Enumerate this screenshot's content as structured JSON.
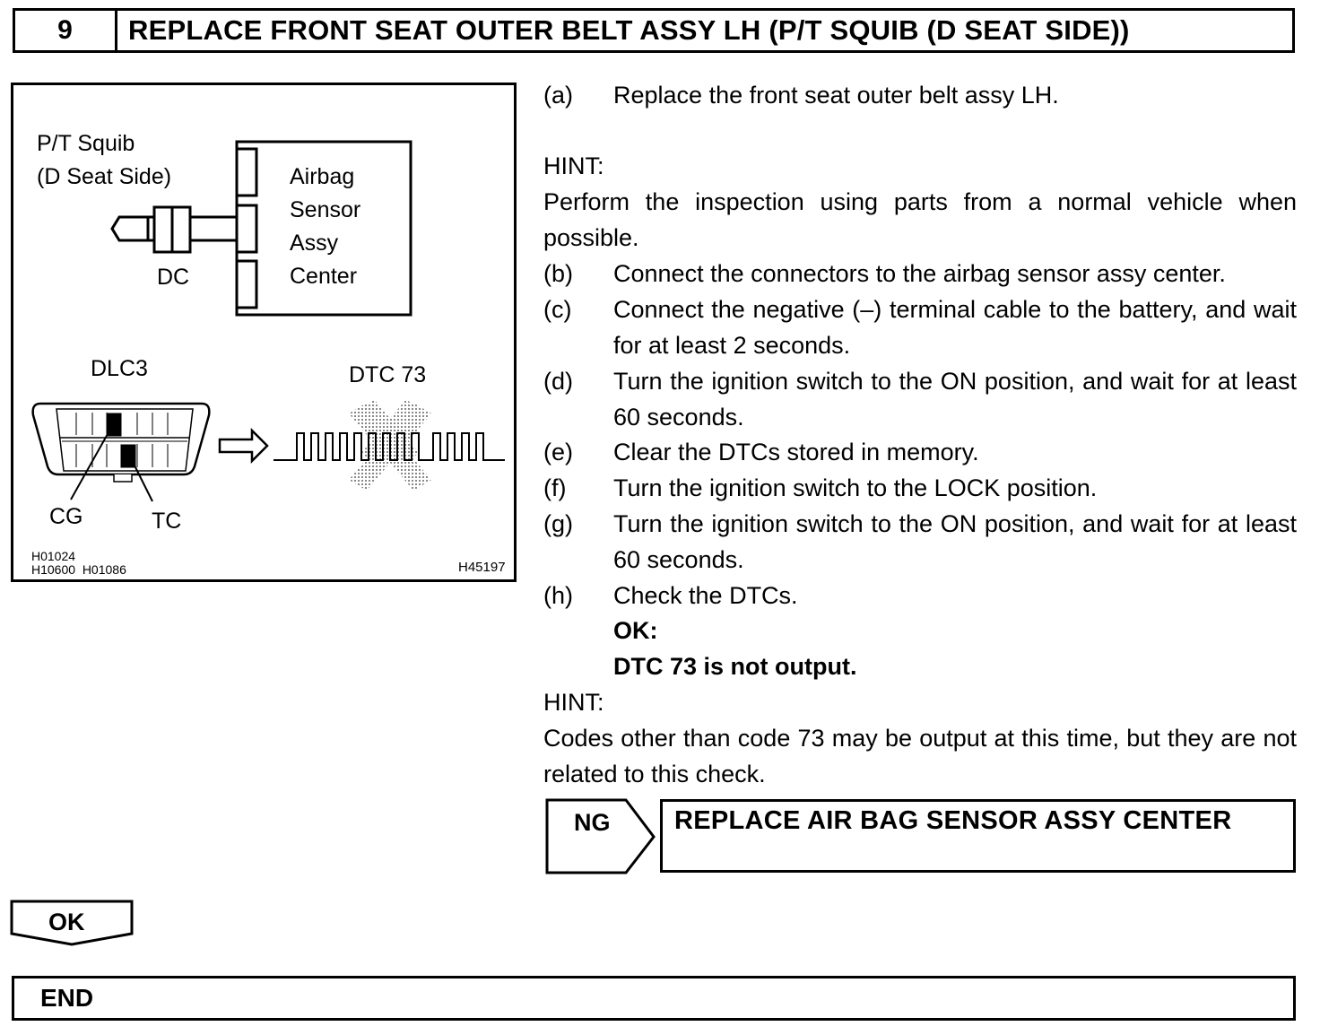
{
  "header": {
    "step_number": "9",
    "title": "REPLACE FRONT SEAT OUTER BELT ASSY LH (P/T SQUIB (D SEAT SIDE))"
  },
  "figure": {
    "label_squib_line1": "P/T Squib",
    "label_squib_line2": "(D Seat Side)",
    "label_dc": "DC",
    "module_line1": "Airbag",
    "module_line2": "Sensor",
    "module_line3": "Assy",
    "module_line4": "Center",
    "label_dlc3": "DLC3",
    "label_dtc": "DTC 73",
    "label_cg": "CG",
    "label_tc": "TC",
    "ref_line1": "H01024",
    "ref_line2": "H10600  H01086",
    "ref_right": "H45197"
  },
  "steps": {
    "a": {
      "label": "(a)",
      "text": "Replace the front seat outer belt assy LH."
    },
    "hint1_title": "HINT:",
    "hint1_text": "Perform the inspection using parts from a normal vehicle when possible.",
    "b": {
      "label": "(b)",
      "text": "Connect the connectors to the airbag sensor assy center."
    },
    "c": {
      "label": "(c)",
      "text": "Connect the negative (–) terminal cable to the battery, and wait for at least 2 seconds."
    },
    "d": {
      "label": "(d)",
      "text": "Turn the ignition switch to the ON position, and wait for at least 60 seconds."
    },
    "e": {
      "label": "(e)",
      "text": "Clear the DTCs stored in memory."
    },
    "f": {
      "label": "(f)",
      "text": "Turn the ignition switch to the LOCK position."
    },
    "g": {
      "label": "(g)",
      "text": "Turn the ignition switch to the ON position, and wait for at least 60 seconds."
    },
    "h": {
      "label": "(h)",
      "text": "Check the DTCs."
    },
    "ok_title": "OK:",
    "ok_text": "DTC 73 is not output.",
    "hint2_title": "HINT:",
    "hint2_text": "Codes other than code 73 may be output at this time, but they are not related to this check."
  },
  "ng": {
    "tag": "NG",
    "action": "REPLACE AIR BAG SENSOR ASSY CENTER"
  },
  "ok_arrow": {
    "label": "OK"
  },
  "end": {
    "label": "END"
  }
}
